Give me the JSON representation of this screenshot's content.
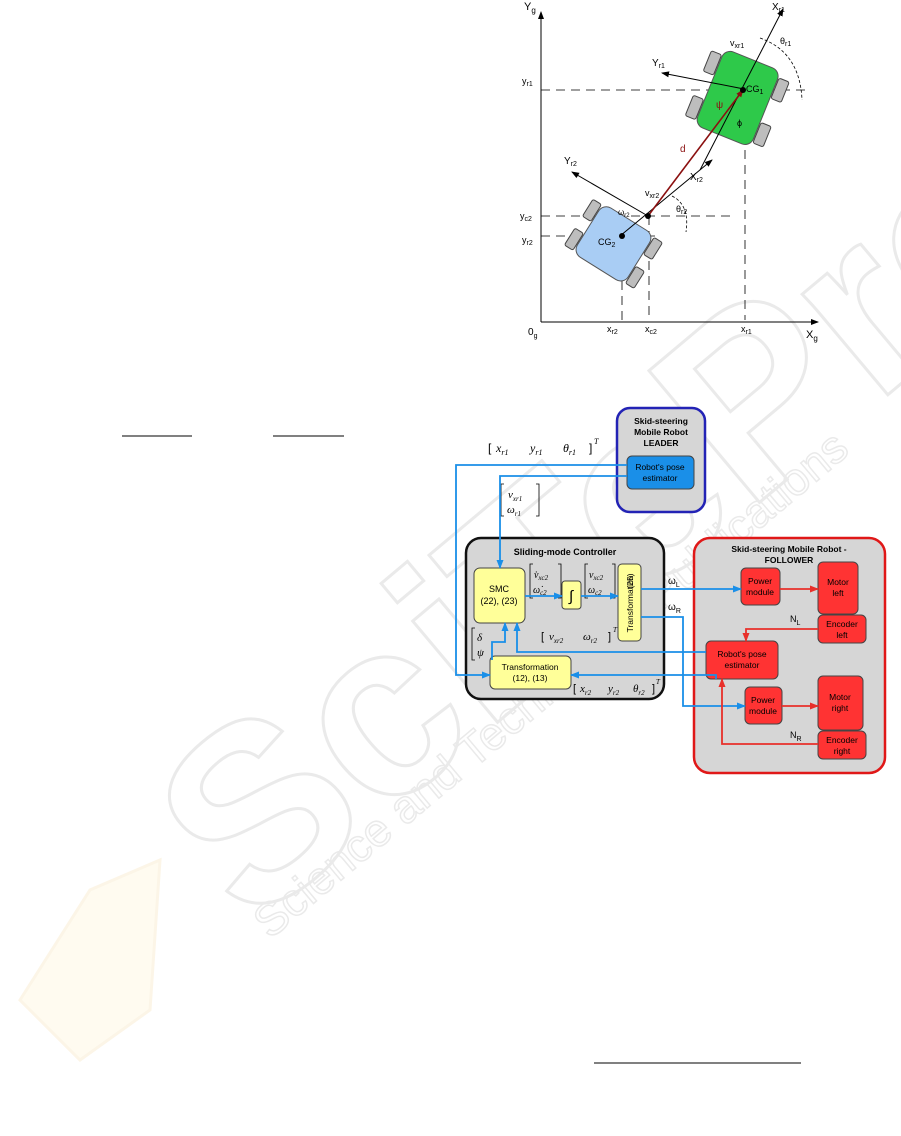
{
  "kinematics": {
    "axis_yg": "Y",
    "axis_yg_sub": "g",
    "axis_xg": "X",
    "axis_xg_sub": "g",
    "origin": "0",
    "origin_sub": "g",
    "xr1": "X",
    "xr1_sub": "r1",
    "yr1": "Y",
    "yr1_sub": "r1",
    "xr2": "X",
    "xr2_sub": "r2",
    "yr2": "Y",
    "yr2_sub": "r2",
    "vxr1": "v",
    "vxr1_sub": "xr1",
    "vxr2": "v",
    "vxr2_sub": "xr2",
    "theta_r1": "θ",
    "theta_r1_sub": "r1",
    "theta_r2": "θ",
    "theta_r2_sub": "r2",
    "omega_r2": "ω",
    "omega_r2_sub": "r2",
    "cg1": "CG",
    "cg1_sub": "1",
    "cg2": "CG",
    "cg2_sub": "2",
    "psi": "ψ",
    "phi": "ϕ",
    "d": "d",
    "tick_y_r1": "y",
    "tick_y_r1_sub": "r1",
    "tick_y_c2": "y",
    "tick_y_c2_sub": "c2",
    "tick_y_r2": "y",
    "tick_y_r2_sub": "r2",
    "tick_x_r2": "x",
    "tick_x_r2_sub": "r2",
    "tick_x_c2": "x",
    "tick_x_c2_sub": "c2",
    "tick_x_r1": "x",
    "tick_x_r1_sub": "r1"
  },
  "block_diagram": {
    "leader_title_1": "Skid-steering",
    "leader_title_2": "Mobile Robot",
    "leader_title_3": "LEADER",
    "leader_estimator_1": "Robot's pose",
    "leader_estimator_2": "estimator",
    "leader_pose_vec": "[x r1   y r1   θ r1]",
    "leader_pose_x": "x",
    "leader_pose_y": "y",
    "leader_pose_theta": "θ",
    "leader_pose_sub": "r1",
    "transpose": "T",
    "leader_vel_v": "v",
    "leader_vel_v_sub": "xr1",
    "leader_vel_w": "ω",
    "leader_vel_w_sub": "r1",
    "controller_title": "Sliding-mode Controller",
    "smc_1": "SMC",
    "smc_2": "(22), (23)",
    "integrator": "∫",
    "trans25_1": "Transformation",
    "trans25_2": "(25)",
    "trans12_1": "Transformation",
    "trans12_2": "(12), (13)",
    "vdot": "v̇",
    "vdot_sub": "xc2",
    "wdot": "ω̇",
    "wdot_sub": "c2",
    "vc": "v",
    "vc_sub": "xc2",
    "wc": "ω",
    "wc_sub": "c2",
    "delta": "δ",
    "psi": "ψ",
    "fb_v": "v",
    "fb_v_sub": "xr2",
    "fb_w": "ω",
    "fb_w_sub": "r2",
    "pose_x": "x",
    "pose_y": "y",
    "pose_theta": "θ",
    "pose_sub": "r2",
    "follower_title_1": "Skid-steering Mobile Robot -",
    "follower_title_2": "FOLLOWER",
    "power_module_1": "Power",
    "power_module_2": "module",
    "motor_left_1": "Motor",
    "motor_left_2": "left",
    "motor_right_1": "Motor",
    "motor_right_2": "right",
    "encoder_left_1": "Encoder",
    "encoder_left_2": "left",
    "encoder_right_1": "Encoder",
    "encoder_right_2": "right",
    "follower_estimator_1": "Robot's pose",
    "follower_estimator_2": "estimator",
    "omega_l": "ω",
    "omega_l_sub": "L",
    "omega_r": "ω",
    "omega_r_sub": "R",
    "n_l": "N",
    "n_l_sub": "L",
    "n_r": "N",
    "n_r_sub": "R"
  },
  "watermark": {
    "line1": "SciTePress",
    "line2": "Science and Technology Publications"
  },
  "colors": {
    "green_robot": "#2ec94a",
    "blue_robot": "#a9cdf4",
    "yellow_block": "#ffff99",
    "red_block": "#ff3333",
    "arrow_blue": "#1a8fe8",
    "arrow_red": "#e8302a",
    "leader_border": "#2323b5",
    "follower_border": "#e01818"
  }
}
